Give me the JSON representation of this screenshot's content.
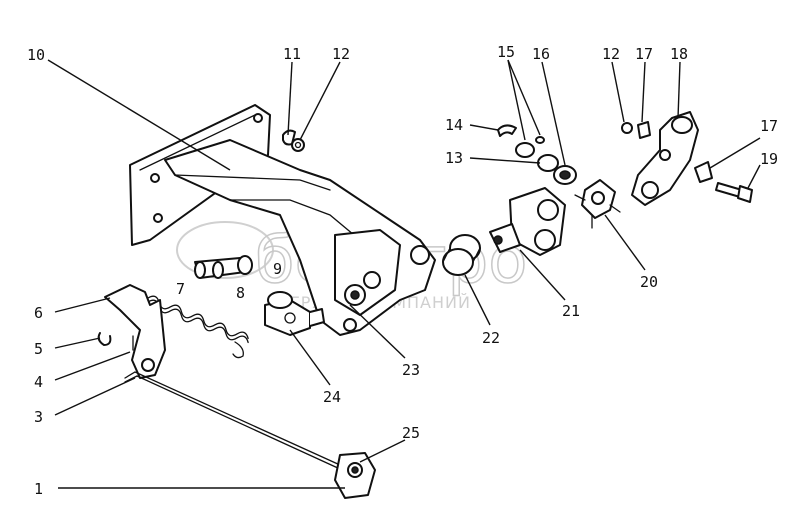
{
  "watermark": {
    "brand": "белагро",
    "subtitle": "ГРУППА КОМПАНИЙ"
  },
  "callouts": [
    {
      "id": "1",
      "label": "1"
    },
    {
      "id": "3",
      "label": "3"
    },
    {
      "id": "4",
      "label": "4"
    },
    {
      "id": "5",
      "label": "5"
    },
    {
      "id": "6",
      "label": "6"
    },
    {
      "id": "7",
      "label": "7"
    },
    {
      "id": "8",
      "label": "8"
    },
    {
      "id": "9",
      "label": "9"
    },
    {
      "id": "10",
      "label": "10"
    },
    {
      "id": "11",
      "label": "11"
    },
    {
      "id": "12a",
      "label": "12"
    },
    {
      "id": "12b",
      "label": "12"
    },
    {
      "id": "13",
      "label": "13"
    },
    {
      "id": "14",
      "label": "14"
    },
    {
      "id": "15",
      "label": "15"
    },
    {
      "id": "16",
      "label": "16"
    },
    {
      "id": "17a",
      "label": "17"
    },
    {
      "id": "17b",
      "label": "17"
    },
    {
      "id": "18",
      "label": "18"
    },
    {
      "id": "19",
      "label": "19"
    },
    {
      "id": "20",
      "label": "20"
    },
    {
      "id": "21",
      "label": "21"
    },
    {
      "id": "22",
      "label": "22"
    },
    {
      "id": "23",
      "label": "23"
    },
    {
      "id": "24",
      "label": "24"
    },
    {
      "id": "25",
      "label": "25"
    }
  ]
}
